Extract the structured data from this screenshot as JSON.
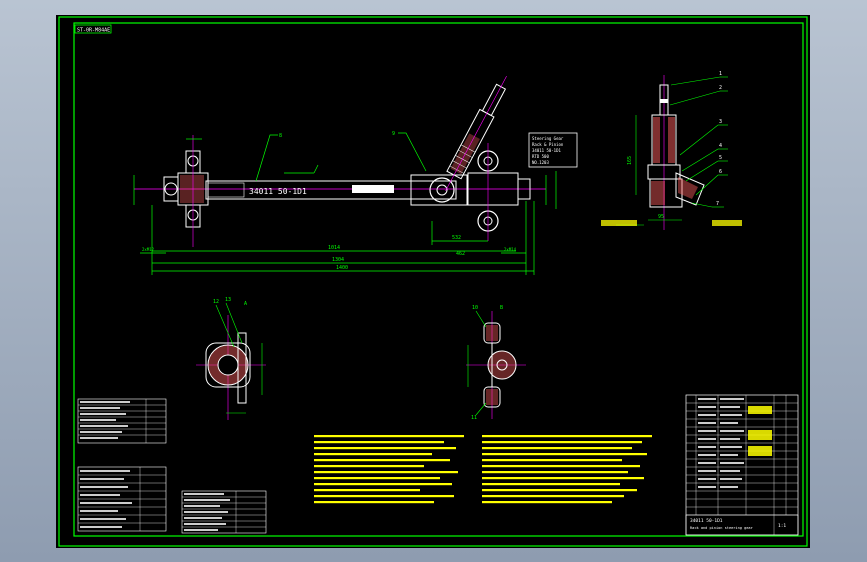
{
  "drawing": {
    "corner_tag": "ST-0R-M84AE",
    "rack_label": "34011 50-1D1",
    "callouts": [
      "1",
      "2",
      "3",
      "4",
      "5",
      "6",
      "7",
      "8",
      "9",
      "10",
      "11",
      "12",
      "13"
    ],
    "dimensions": [
      "1014",
      "1304",
      "1400",
      "532",
      "462",
      "2xM12",
      "2xM14",
      "95",
      "165"
    ],
    "note_box_lines": [
      "Steering Gear",
      "Rack & Pinion",
      "34011 50-1D1",
      "RTD 500",
      "NO.1203"
    ],
    "view_labels": [
      "A",
      "B"
    ]
  },
  "colors": {
    "background": "#000000",
    "frame": "#00ff00",
    "outline": "#ffffff",
    "centerline": "#ff00ff",
    "text": "#ffff00",
    "hatch": "#ff6060",
    "body": "#ffffff"
  },
  "title_block": {
    "title": "Rack and pinion steering gear",
    "drawing_no": "34011 50-1D1",
    "scale": "1:1"
  }
}
